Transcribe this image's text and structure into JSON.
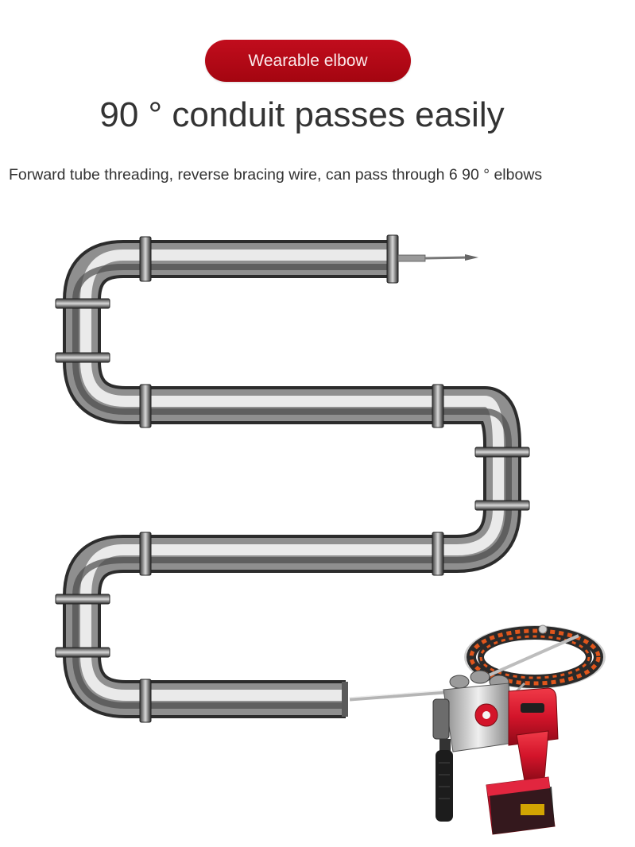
{
  "badge": {
    "label": "Wearable elbow"
  },
  "heading": {
    "title": "90 ° conduit passes easily"
  },
  "description": {
    "text": "Forward tube threading, reverse bracing wire, can pass through 6 90 ° elbows"
  },
  "colors": {
    "accent_red": "#b30a17",
    "text": "#333333",
    "pipe_light": "#e8e8e8",
    "pipe_dark": "#3a3a3a",
    "tool_red": "#d3142a",
    "battery_red": "#c8102e",
    "cable_orange": "#e0561c"
  },
  "illustration": {
    "elbow_count": 6,
    "icons": [
      "pipe-elbow-icon",
      "threader-drill-icon",
      "wire-coil-icon",
      "battery-icon"
    ]
  }
}
